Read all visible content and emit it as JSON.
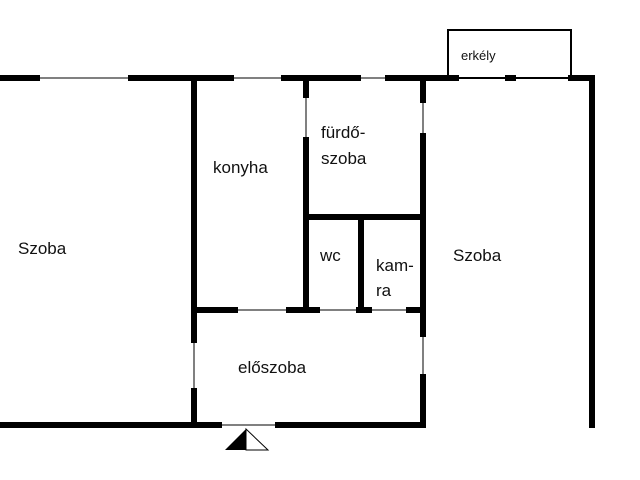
{
  "rooms": {
    "left_room": "Szoba",
    "kitchen": "konyha",
    "bathroom_line1": "fürdő-",
    "bathroom_line2": "szoba",
    "wc": "wc",
    "pantry_line1": "kam-",
    "pantry_line2": "ra",
    "right_room": "Szoba",
    "hall": "előszoba",
    "balcony": "erkély"
  },
  "colors": {
    "wall": "#000000",
    "background": "#ffffff"
  }
}
